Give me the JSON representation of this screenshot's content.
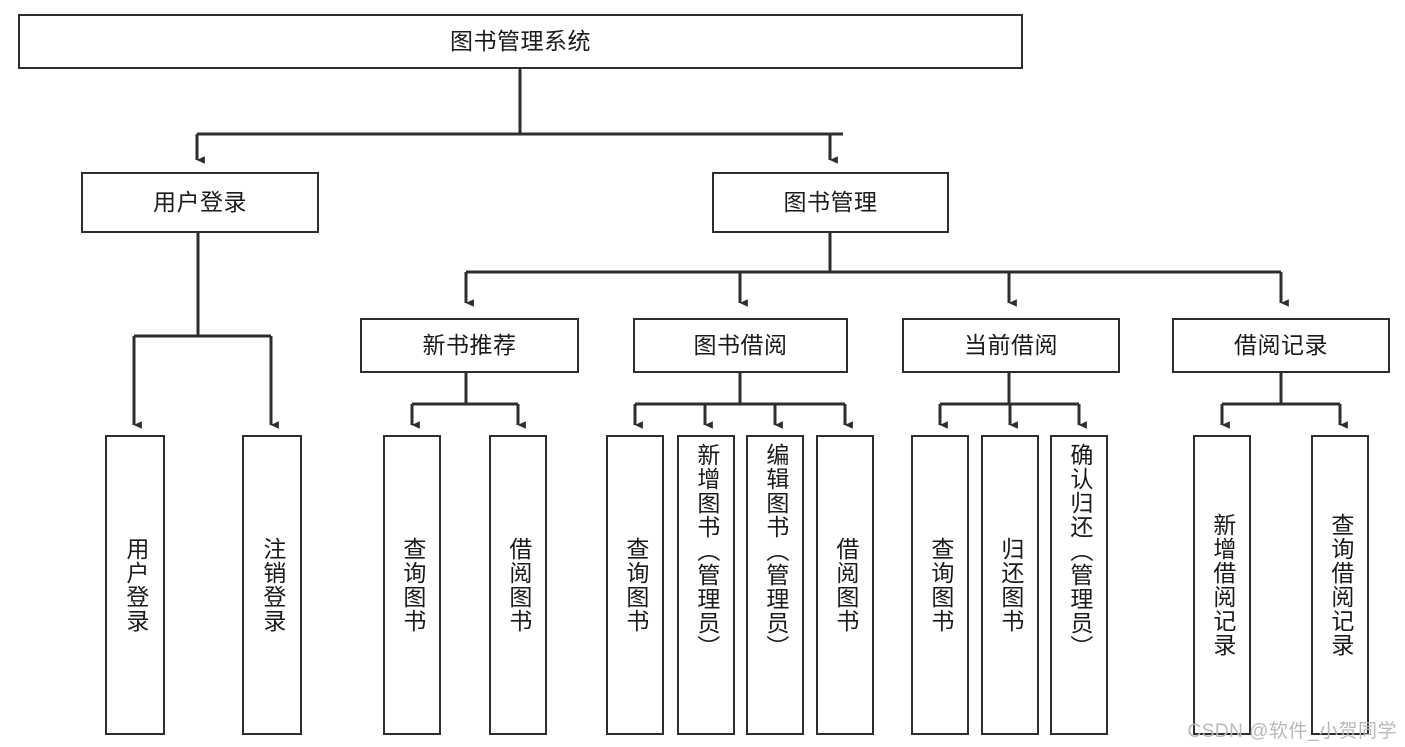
{
  "diagram": {
    "title": "图书管理系统",
    "type": "tree-hierarchy-functional-structure",
    "watermark": "CSDN @软件_小贺同学",
    "colors": {
      "background": "#ffffff",
      "border": "#2e2e2e",
      "connector": "#2e2e2e",
      "text": "#1a1a1a",
      "watermark": "#b9b9b9"
    },
    "nodes": {
      "root": "图书管理系统",
      "level1": {
        "user_login": "用户登录",
        "book_manage": "图书管理"
      },
      "level2": {
        "new_book_recommend": "新书推荐",
        "book_borrow": "图书借阅",
        "current_borrow": "当前借阅",
        "borrow_record": "借阅记录"
      },
      "leaves": {
        "user_login_1": "用户登录",
        "user_login_2": "注销登录",
        "recommend_1": "查询图书",
        "recommend_2": "借阅图书",
        "borrow_1": "查询图书",
        "borrow_2": "新增图书（管理员）",
        "borrow_3": "编辑图书（管理员）",
        "borrow_4": "借阅图书",
        "current_1": "查询图书",
        "current_2": "归还图书",
        "current_3": "确认归还（管理员）",
        "record_1": "新增借阅记录",
        "record_2": "查询借阅记录"
      }
    }
  }
}
